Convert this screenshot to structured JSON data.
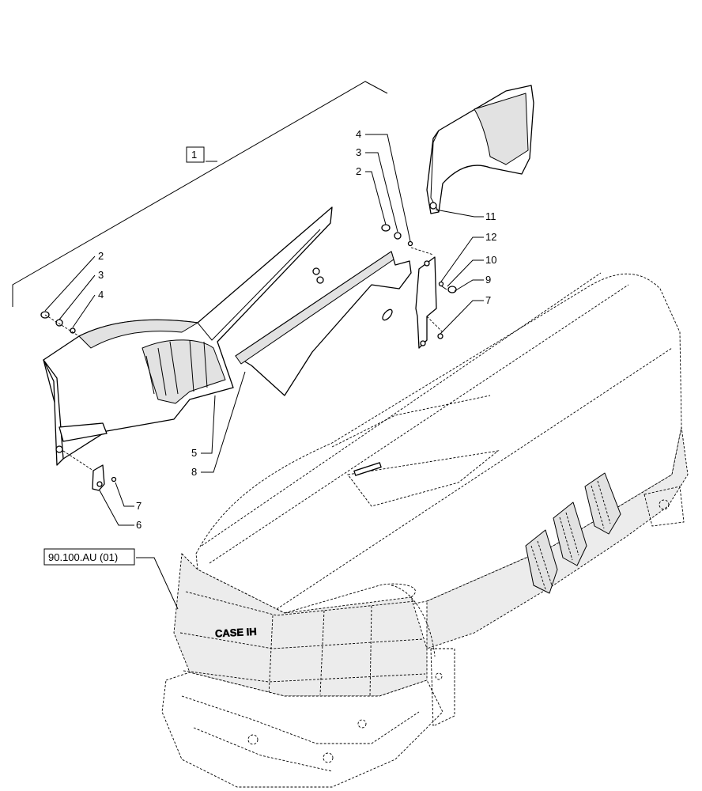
{
  "callouts": {
    "main_assembly": "1",
    "screw_left": "2",
    "washer_left": "3",
    "nut_left": "4",
    "fender_panel": "5",
    "bracket_left": "6",
    "screw_bracket_left": "7",
    "inner_panel": "8",
    "screw_top": "2",
    "washer_top": "3",
    "nut_top": "4",
    "shield_right": "11",
    "part_12": "12",
    "part_10": "10",
    "part_9": "9",
    "screw_bracket_right": "7"
  },
  "reference_label": "90.100.AU (01)",
  "hood_logo": "CASE IH"
}
